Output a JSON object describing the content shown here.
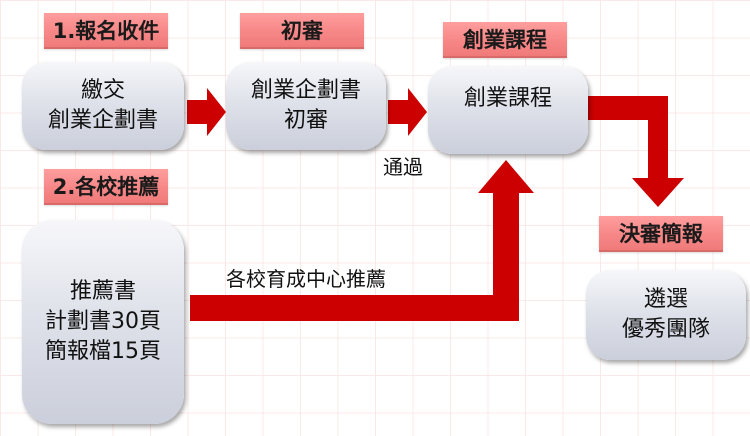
{
  "steps": {
    "step1": {
      "tag": "1.報名收件",
      "lines": [
        "繳交",
        "創業企劃書"
      ]
    },
    "step2": {
      "tag": "初審",
      "lines": [
        "創業企劃書",
        "初審"
      ]
    },
    "step3": {
      "tag": "創業課程",
      "lines": [
        "創業課程"
      ]
    },
    "step4": {
      "tag": "2.各校推薦",
      "lines": [
        "推薦書",
        "計劃書30頁",
        "簡報檔15頁"
      ]
    },
    "step5": {
      "tag": "決審簡報",
      "lines": [
        "遴選",
        "優秀團隊"
      ]
    }
  },
  "labels": {
    "pass": "通過",
    "recommend": "各校育成中心推薦"
  },
  "colors": {
    "arrow": "#cc0000",
    "tag": "#f78787",
    "box": "#d6d9e2"
  }
}
